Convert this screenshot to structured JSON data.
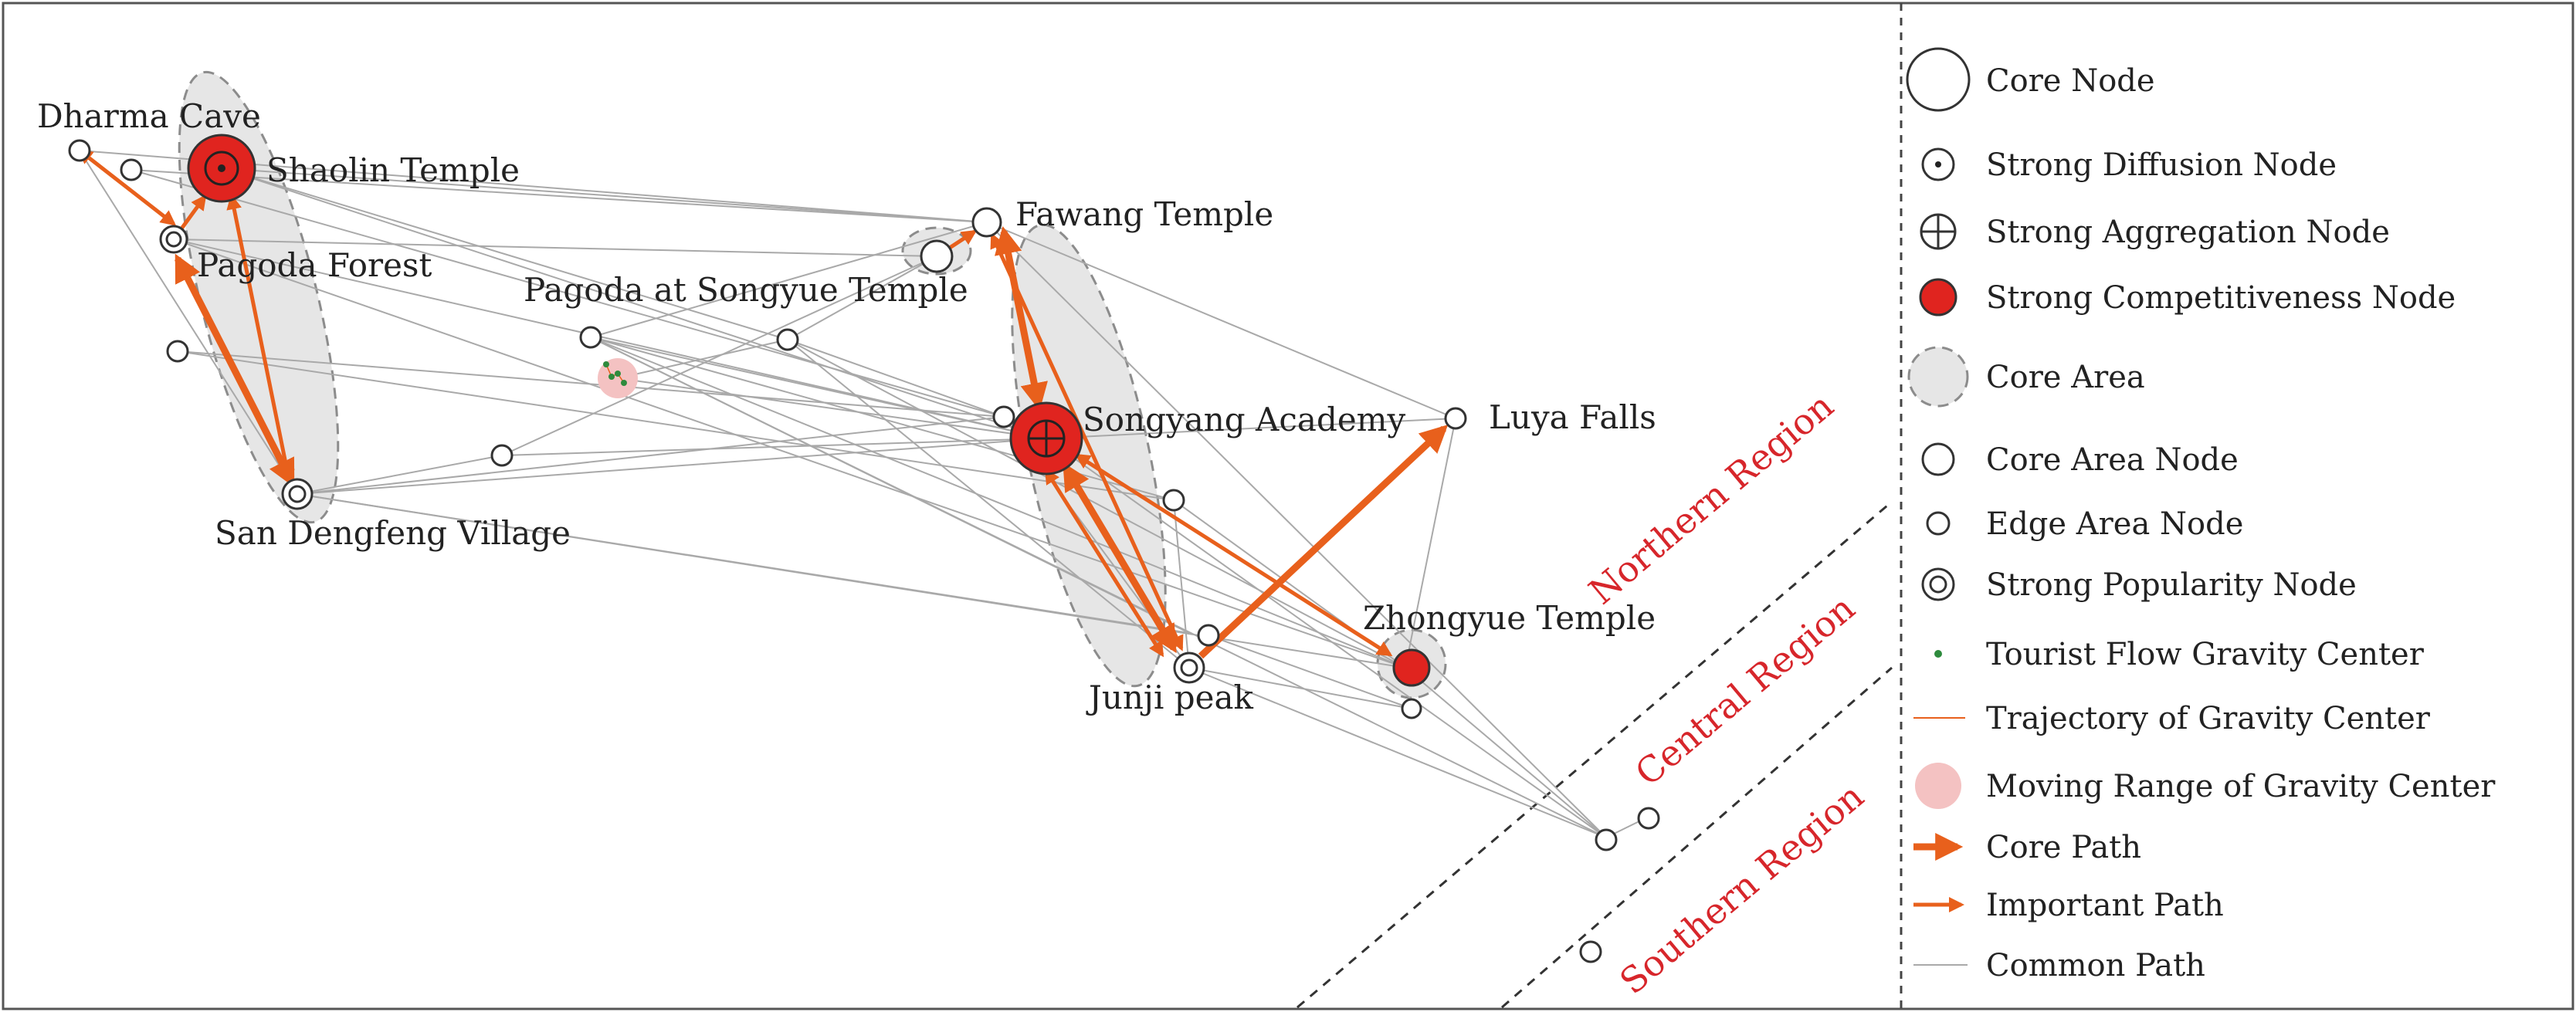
{
  "labels": {
    "dharma_cave": "Dharma Cave",
    "shaolin_temple": "Shaolin Temple",
    "pagoda_forest": "Pagoda Forest",
    "pagoda_songyue": "Pagoda at Songyue Temple",
    "fawang_temple": "Fawang Temple",
    "songyang_academy": "Songyang Academy",
    "luya_falls": "Luya Falls",
    "san_dengfeng": "San Dengfeng Village",
    "zhongyue_temple": "Zhongyue Temple",
    "junji_peak": "Junji peak"
  },
  "regions": {
    "northern": "Northern Region",
    "central": "Central Region",
    "southern": "Southern Region"
  },
  "legend": {
    "core_node": "Core Node",
    "strong_diffusion": "Strong Diffusion Node",
    "strong_aggregation": "Strong Aggregation Node",
    "strong_competitiveness": "Strong Competitiveness Node",
    "core_area": "Core Area",
    "core_area_node": "Core Area Node",
    "edge_area_node": "Edge Area Node",
    "strong_popularity": "Strong Popularity Node",
    "gravity_center": "Tourist Flow Gravity Center",
    "trajectory": "Trajectory of Gravity Center",
    "moving_range": "Moving Range of Gravity Center",
    "core_path": "Core Path",
    "important_path": "Important Path",
    "common_path": "Common Path"
  },
  "colors": {
    "path": "#e8601c",
    "competitiveness": "#e0241f",
    "region_text": "#d7262b",
    "gravity_center": "#2e8b3d",
    "moving_range": "#f4c2c2",
    "core_area": "#e6e6e6"
  }
}
